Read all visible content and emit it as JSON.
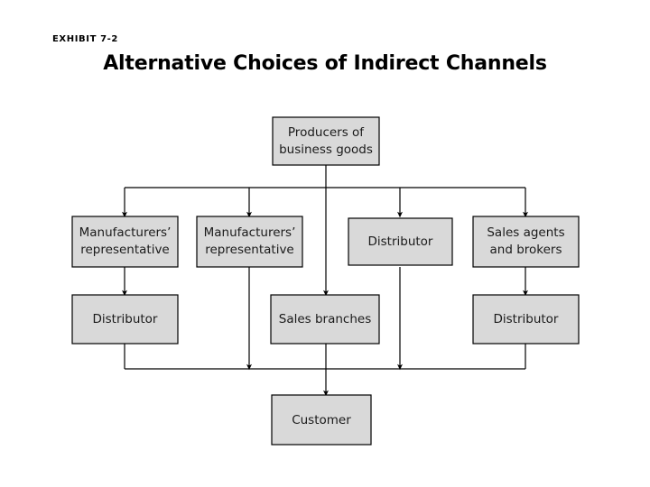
{
  "exhibit": {
    "label": "EXHIBIT 7-2"
  },
  "title": {
    "text": "Alternative Choices of Indirect Channels"
  },
  "colors": {
    "box_fill": "#d9d9d9",
    "box_stroke": "#000000",
    "text": "#1a1a1a",
    "background": "#ffffff"
  },
  "chart_data": {
    "type": "diagram",
    "title": "Alternative Choices of Indirect Channels",
    "subtitle": "EXHIBIT 7-2",
    "orientation": "top-to-bottom",
    "levels": [
      {
        "level": 1,
        "nodes": [
          "producers-of-business-goods"
        ]
      },
      {
        "level": 2,
        "nodes": [
          "manufacturers-representative-1",
          "manufacturers-representative-2",
          "distributor-1",
          "sales-agents-and-brokers"
        ]
      },
      {
        "level": 3,
        "nodes": [
          "distributor-2",
          "sales-branches",
          "distributor-3"
        ]
      },
      {
        "level": 4,
        "nodes": [
          "customer"
        ]
      }
    ],
    "edges": [
      {
        "from": "producers-of-business-goods",
        "to": "manufacturers-representative-1"
      },
      {
        "from": "producers-of-business-goods",
        "to": "manufacturers-representative-2"
      },
      {
        "from": "producers-of-business-goods",
        "to": "distributor-1"
      },
      {
        "from": "producers-of-business-goods",
        "to": "sales-agents-and-brokers"
      },
      {
        "from": "producers-of-business-goods",
        "to": "sales-branches"
      },
      {
        "from": "manufacturers-representative-1",
        "to": "distributor-2"
      },
      {
        "from": "manufacturers-representative-2",
        "to": "customer"
      },
      {
        "from": "distributor-1",
        "to": "customer"
      },
      {
        "from": "sales-agents-and-brokers",
        "to": "distributor-3"
      },
      {
        "from": "distributor-2",
        "to": "customer"
      },
      {
        "from": "sales-branches",
        "to": "customer"
      },
      {
        "from": "distributor-3",
        "to": "customer"
      }
    ]
  },
  "nodes": {
    "producers": {
      "id": "producers-of-business-goods",
      "line1": "Producers of",
      "line2": "business goods"
    },
    "mfr_rep_1": {
      "id": "manufacturers-representative-1",
      "line1": "Manufacturers’",
      "line2": "representative"
    },
    "mfr_rep_2": {
      "id": "manufacturers-representative-2",
      "line1": "Manufacturers’",
      "line2": "representative"
    },
    "distributor_row2": {
      "id": "distributor-1",
      "line1": "Distributor"
    },
    "sales_agents": {
      "id": "sales-agents-and-brokers",
      "line1": "Sales agents",
      "line2": "and brokers"
    },
    "distributor_left": {
      "id": "distributor-2",
      "line1": "Distributor"
    },
    "sales_branches": {
      "id": "sales-branches",
      "line1": "Sales branches"
    },
    "distributor_right": {
      "id": "distributor-3",
      "line1": "Distributor"
    },
    "customer": {
      "id": "customer",
      "line1": "Customer"
    }
  }
}
